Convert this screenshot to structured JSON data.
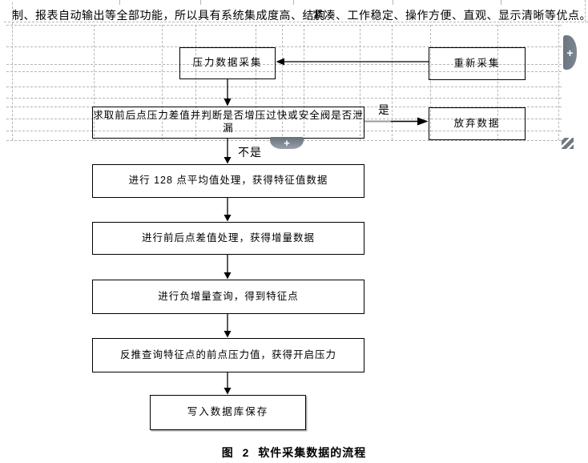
{
  "document": {
    "paragraph_left": "制、报表自动输出等全部功能，所以具有系统集成度高、结构",
    "paragraph_right": "紧凑、工作稳定、操作方便、直观、显示清晰等优点。",
    "caption": "图 2 软件采集数据的流程"
  },
  "flowchart": {
    "boxes": [
      {
        "id": "collect",
        "label": "压力数据采集"
      },
      {
        "id": "recollect",
        "label": "重新采集"
      },
      {
        "id": "judge",
        "label": "求取前后点压力差值并判断是否增压过快或安全阀是否泄漏"
      },
      {
        "id": "discard",
        "label": "放弃数据"
      },
      {
        "id": "avg128",
        "label": "进行 128 点平均值处理，获得特征值数据"
      },
      {
        "id": "diff",
        "label": "进行前后点差值处理，获得增量数据"
      },
      {
        "id": "negquery",
        "label": "进行负增量查询，得到特征点"
      },
      {
        "id": "backtrack",
        "label": "反推查询特征点的前点压力值，获得开启压力"
      },
      {
        "id": "save",
        "label": "写入数据库保存"
      }
    ],
    "edge_labels": {
      "yes": "是",
      "no": "不是"
    }
  },
  "controls": {
    "insert_plus_middle": "+",
    "insert_plus_right": "+",
    "resize_grip_icon": "diagonal-stripes"
  },
  "colors": {
    "control_gray": "#6f7983",
    "gridline_gray": "#b6b6b6",
    "box_border": "#000000",
    "connector_gray": "#9a9a9a"
  }
}
